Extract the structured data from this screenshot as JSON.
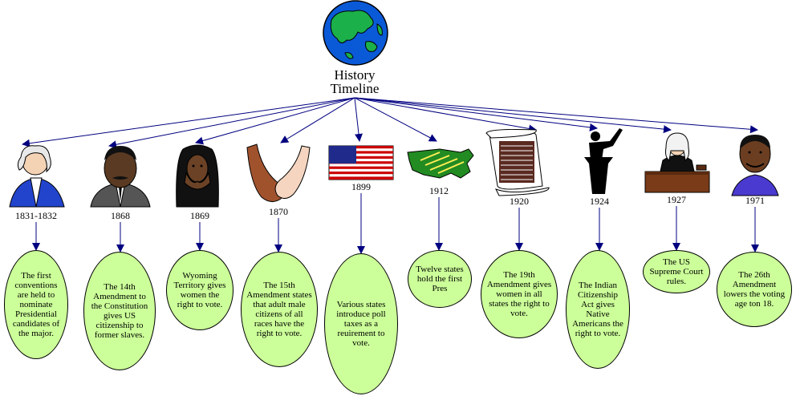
{
  "title": {
    "line1": "History",
    "line2": "Timeline"
  },
  "events": [
    {
      "year": "1831-1832",
      "text": "The first conventions are held to nominate Presidential candidates of the major.",
      "icon": "george-washington-portrait-icon"
    },
    {
      "year": "1868",
      "text": "The 14th Amendment to the Constitution gives US citizenship to former slaves.",
      "icon": "mlk-portrait-icon"
    },
    {
      "year": "1869",
      "text": "Wyoming Territory gives women the right to vote.",
      "icon": "woman-portrait-icon"
    },
    {
      "year": "1870",
      "text": "The 15th Amendment states that adult male citizens of all races have the right to vote.",
      "icon": "handshake-icon"
    },
    {
      "year": "1899",
      "text": "Various states introduce poll taxes as a reuirement to vote.",
      "icon": "us-flag-icon"
    },
    {
      "year": "1912",
      "text": "Twelve states hold the first Pres",
      "icon": "us-map-icon"
    },
    {
      "year": "1920",
      "text": "The 19th Amendment gives women in all states the right to vote.",
      "icon": "scroll-document-icon"
    },
    {
      "year": "1924",
      "text": "The Indian Citizenship Act gives Native Americans the right to vote.",
      "icon": "speaker-podium-icon"
    },
    {
      "year": "1927",
      "text": "The US Supreme Court rules.",
      "icon": "judge-icon"
    },
    {
      "year": "1971",
      "text": "The 26th Amendment lowers the voting age ton 18.",
      "icon": "young-man-portrait-icon"
    }
  ],
  "colors": {
    "connector": "#000080",
    "bubble_fill": "#ccff99",
    "globe_ocean": "#0a5ad8",
    "globe_land": "#1cb04a"
  }
}
